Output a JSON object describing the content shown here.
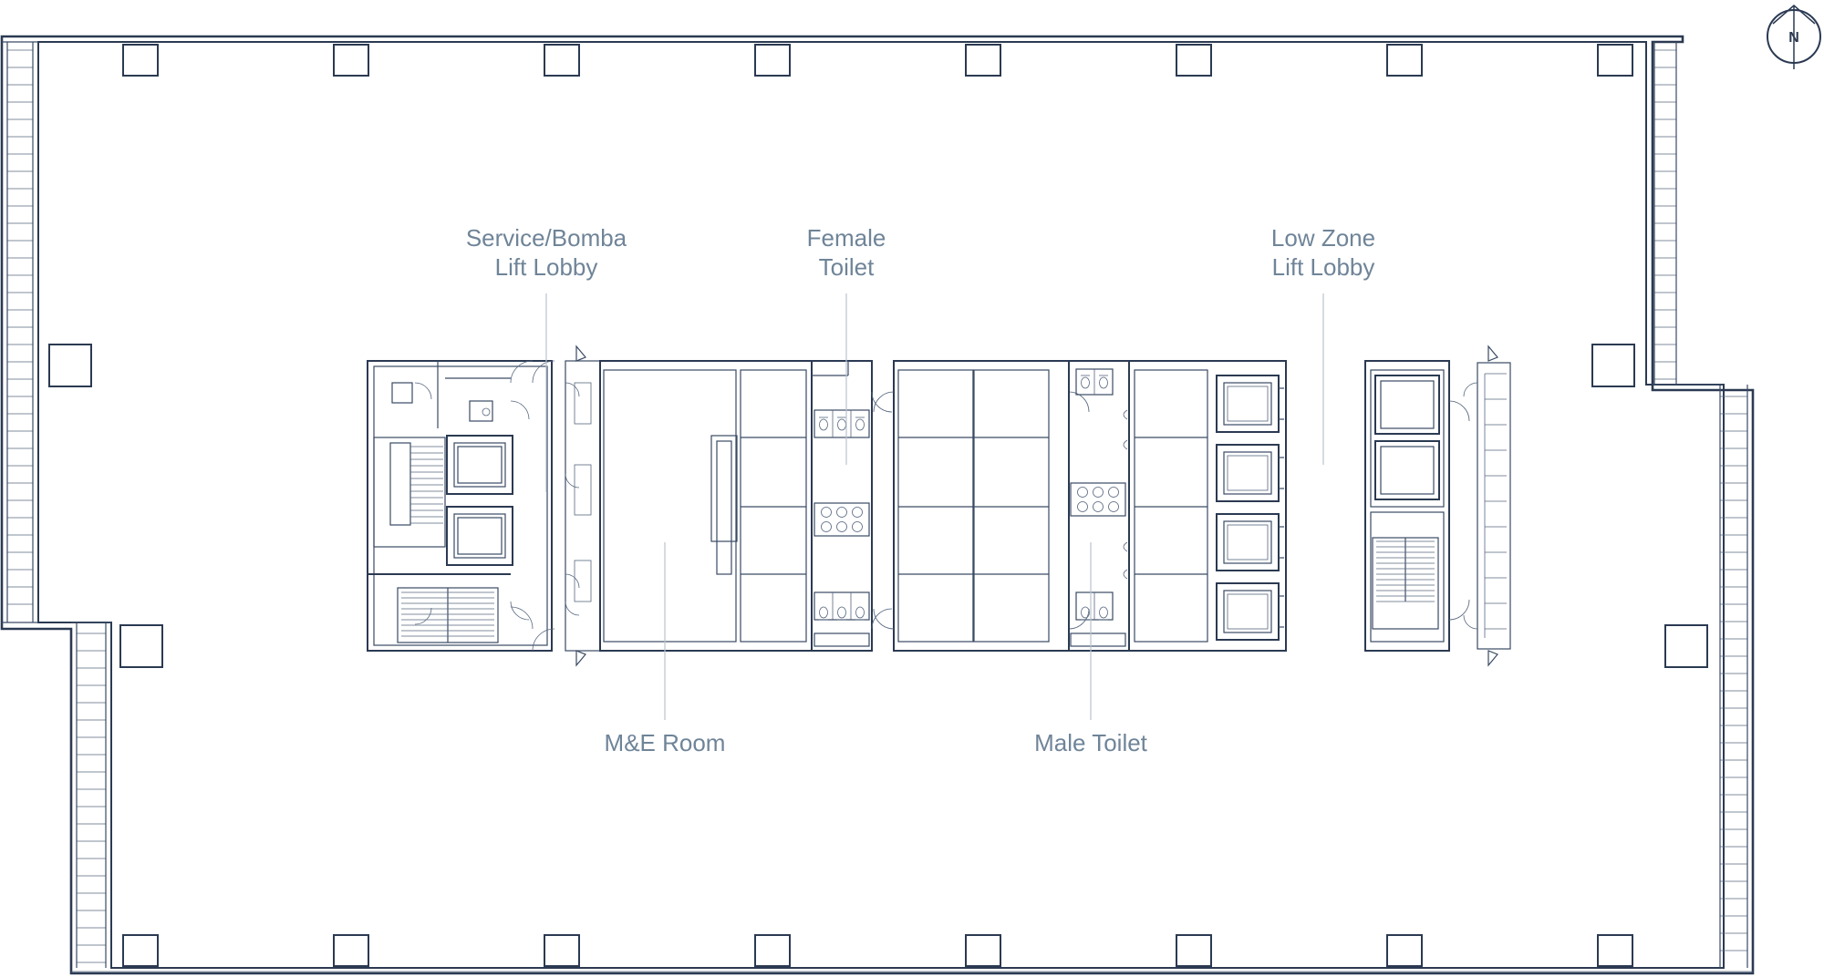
{
  "plan": {
    "compass_letter": "N",
    "labels": {
      "service_lobby_line1": "Service/Bomba",
      "service_lobby_line2": "Lift Lobby",
      "female_toilet_line1": "Female",
      "female_toilet_line2": "Toilet",
      "low_zone_line1": "Low Zone",
      "low_zone_line2": "Lift Lobby",
      "me_room": "M&E Room",
      "male_toilet": "Male Toilet"
    }
  },
  "colors": {
    "line": "#2b3a52",
    "label": "#6f8498",
    "leader": "#b9c3cf"
  }
}
